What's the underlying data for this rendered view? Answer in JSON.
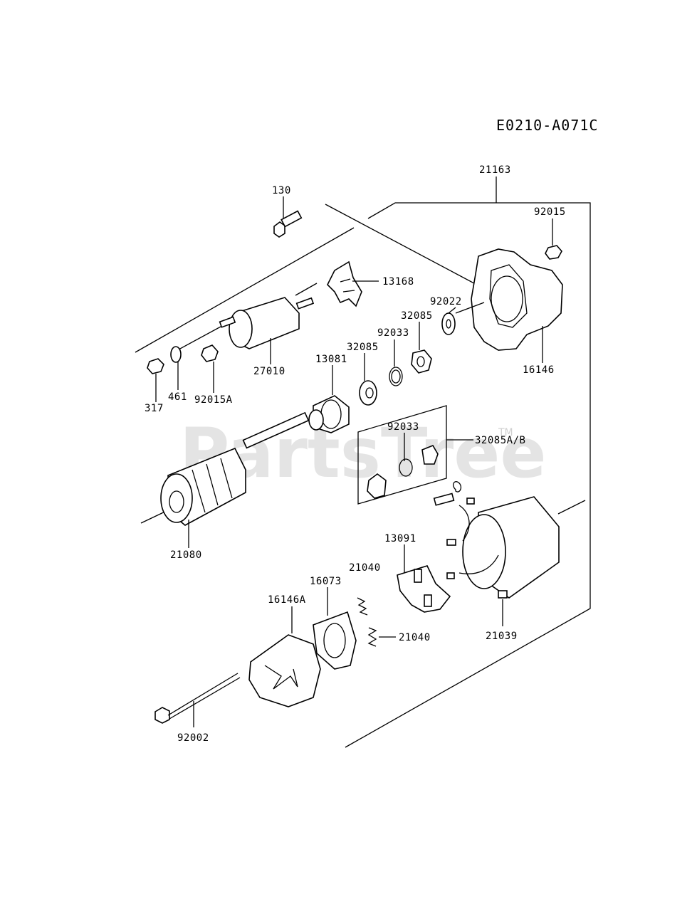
{
  "diagram": {
    "code": "E0210-A071C",
    "watermark": "PartsTree",
    "watermark_tm": "TM",
    "labels": {
      "p21163": "21163",
      "p130": "130",
      "p92015": "92015",
      "p13168": "13168",
      "p92022": "92022",
      "p32085a": "32085",
      "p92033a": "92033",
      "p32085b": "32085",
      "p13081": "13081",
      "p27010": "27010",
      "p16146": "16146",
      "p317": "317",
      "p461": "461",
      "p92015A": "92015A",
      "p92033b": "92033",
      "p32085AB": "32085A/B",
      "p21080": "21080",
      "p13091": "13091",
      "p21040a": "21040",
      "p16073": "16073",
      "p16146A": "16146A",
      "p21040b": "21040",
      "p21039": "21039",
      "p92002": "92002"
    }
  }
}
